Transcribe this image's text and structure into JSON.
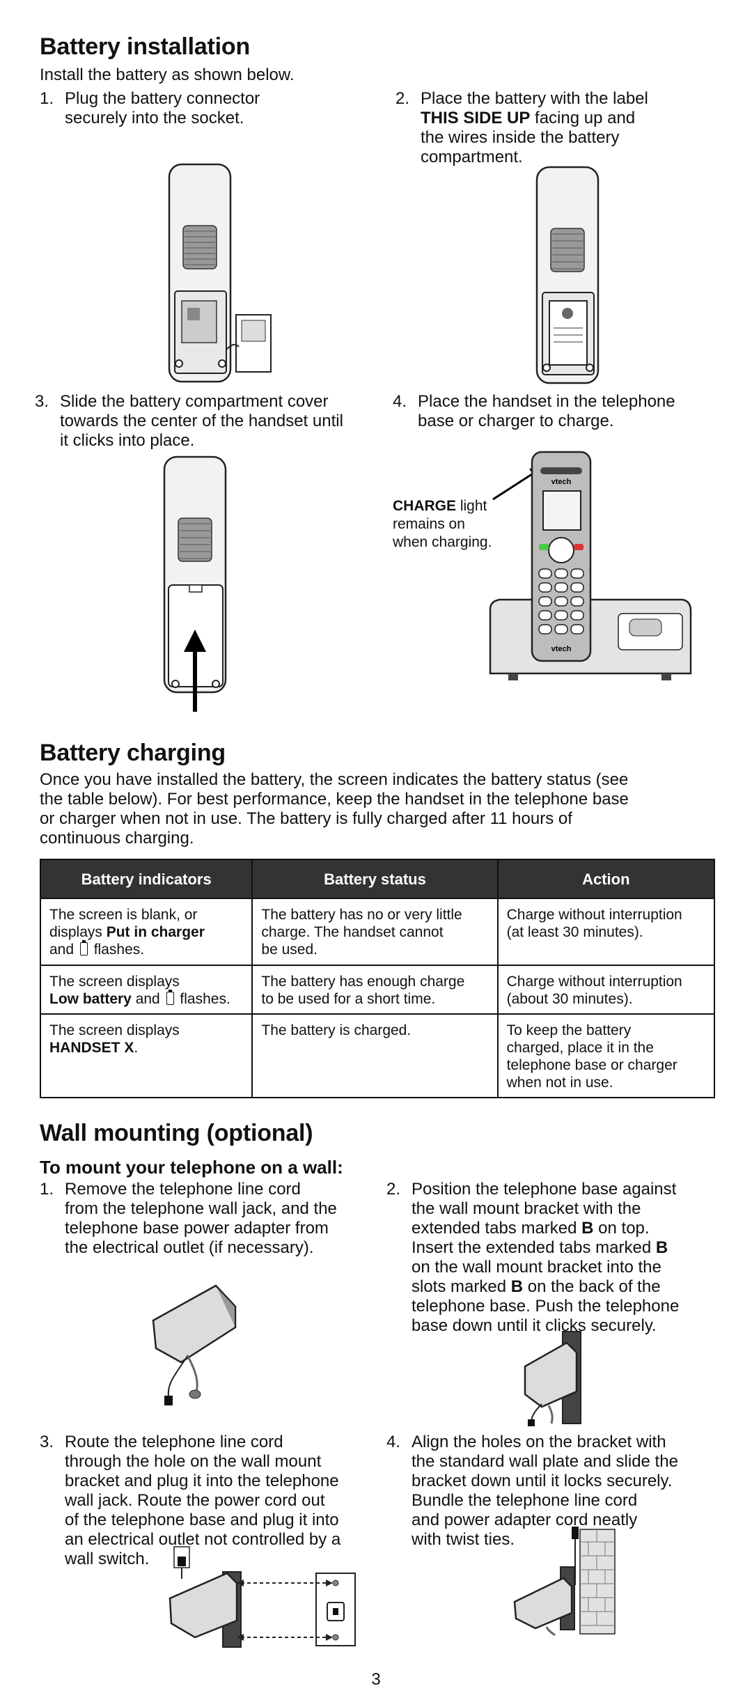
{
  "battery_installation": {
    "title": "Battery installation",
    "intro": "Install the battery as shown below.",
    "steps": [
      {
        "num": "1.",
        "lines": [
          "Plug the battery connector",
          "securely into the socket."
        ]
      },
      {
        "num": "2.",
        "lines_html": [
          "Place the battery with the label",
          "THIS SIDE UP facing up and",
          "the wires inside the battery",
          "compartment."
        ],
        "bold": "THIS SIDE UP"
      },
      {
        "num": "3.",
        "lines": [
          "Slide the battery compartment cover",
          "towards the center of the handset until",
          "it clicks into place."
        ]
      },
      {
        "num": "4.",
        "lines": [
          "Place the handset in the telephone",
          "base or charger to charge."
        ]
      }
    ],
    "charge_callout": {
      "bold": "CHARGE",
      "rest": " light",
      "line2": "remains on",
      "line3": "when charging."
    },
    "brand": "vtech"
  },
  "battery_charging": {
    "title": "Battery charging",
    "paragraph": [
      "Once you have installed the battery, the screen indicates the battery status (see",
      "the table below). For best performance, keep the handset in the telephone base",
      "or charger when not in use. The battery is fully charged after 11 hours of",
      "continuous charging."
    ],
    "table": {
      "headers": [
        "Battery indicators",
        "Battery status",
        "Action"
      ],
      "rows": [
        {
          "c1a": "The screen is blank, or",
          "c1b_pre": "displays ",
          "c1b_bold": "Put in charger",
          "c1c_pre": "and ",
          "c1c_post": " flashes.",
          "c2": [
            "The battery has no or very little",
            "charge. The handset cannot",
            "be used."
          ],
          "c3": [
            "Charge without interruption",
            "(at least 30 minutes)."
          ]
        },
        {
          "c1a": "The screen displays",
          "c1b_bold": "Low battery",
          "c1b_post": " and ",
          "c1b_end": " flashes.",
          "c2": [
            "The battery has enough charge",
            "to be used for a short time."
          ],
          "c3": [
            "Charge without interruption",
            "(about 30 minutes)."
          ]
        },
        {
          "c1a": "The screen displays",
          "c1b_bold": "HANDSET X",
          "c1b_post": ".",
          "c2": [
            "The battery is charged."
          ],
          "c3": [
            "To keep the battery",
            "charged, place it in the",
            "telephone base or charger",
            "when not in use."
          ]
        }
      ]
    }
  },
  "wall_mounting": {
    "title": "Wall mounting (optional)",
    "subtitle": "To mount your telephone on a wall:",
    "steps": [
      {
        "num": "1.",
        "lines": [
          "Remove the telephone line cord",
          "from the telephone wall jack, and the",
          "telephone base power adapter from",
          "the electrical outlet (if necessary)."
        ]
      },
      {
        "num": "2.",
        "lines": [
          "Position the telephone base against",
          "the wall mount bracket with the",
          "extended tabs marked B on top.",
          "Insert the extended tabs marked B",
          "on the wall mount bracket into the",
          "slots marked B on the back of the",
          "telephone base. Push the telephone",
          "base down until it clicks securely."
        ]
      },
      {
        "num": "3.",
        "lines": [
          "Route the telephone line cord",
          "through the hole on the wall mount",
          "bracket and plug it into the telephone",
          "wall jack. Route the power cord out",
          "of the telephone base and plug it into",
          "an electrical outlet not controlled by a",
          "wall switch."
        ]
      },
      {
        "num": "4.",
        "lines": [
          "Align the holes on the bracket with",
          "the standard wall plate and slide the",
          "bracket down until it locks securely.",
          "Bundle the telephone line cord",
          "and power adapter cord neatly",
          "with twist ties."
        ]
      }
    ]
  },
  "page_number": "3"
}
